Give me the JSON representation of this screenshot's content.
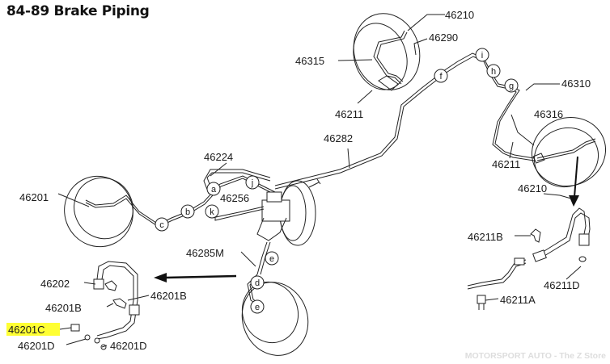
{
  "title": "84-89 Brake Piping",
  "watermark": "MOTORSPORT AUTO - The Z Store",
  "highlight_color": "#ffff33",
  "part_labels": {
    "p46210_top": "46210",
    "p46290": "46290",
    "p46315": "46315",
    "p46211_top": "46211",
    "p46310": "46310",
    "p46316": "46316",
    "p46211_right": "46211",
    "p46282": "46282",
    "p46224": "46224",
    "p46256": "46256",
    "p46201": "46201",
    "p46285M": "46285M",
    "p46210_right": "46210",
    "p46211B_right": "46211B",
    "p46211D_right": "46211D",
    "p46211A": "46211A",
    "p46202": "46202",
    "p46201B_left": "46201B",
    "p46201B_mid": "46201B",
    "p46201C": "46201C",
    "p46201D_left": "46201D",
    "p46201D_right": "46201D"
  },
  "connector_letters": {
    "f": "f",
    "i": "i",
    "h": "h",
    "g": "g",
    "j": "j",
    "a": "a",
    "k": "k",
    "b": "b",
    "c": "c",
    "d": "d",
    "e": "e",
    "el": "e"
  }
}
